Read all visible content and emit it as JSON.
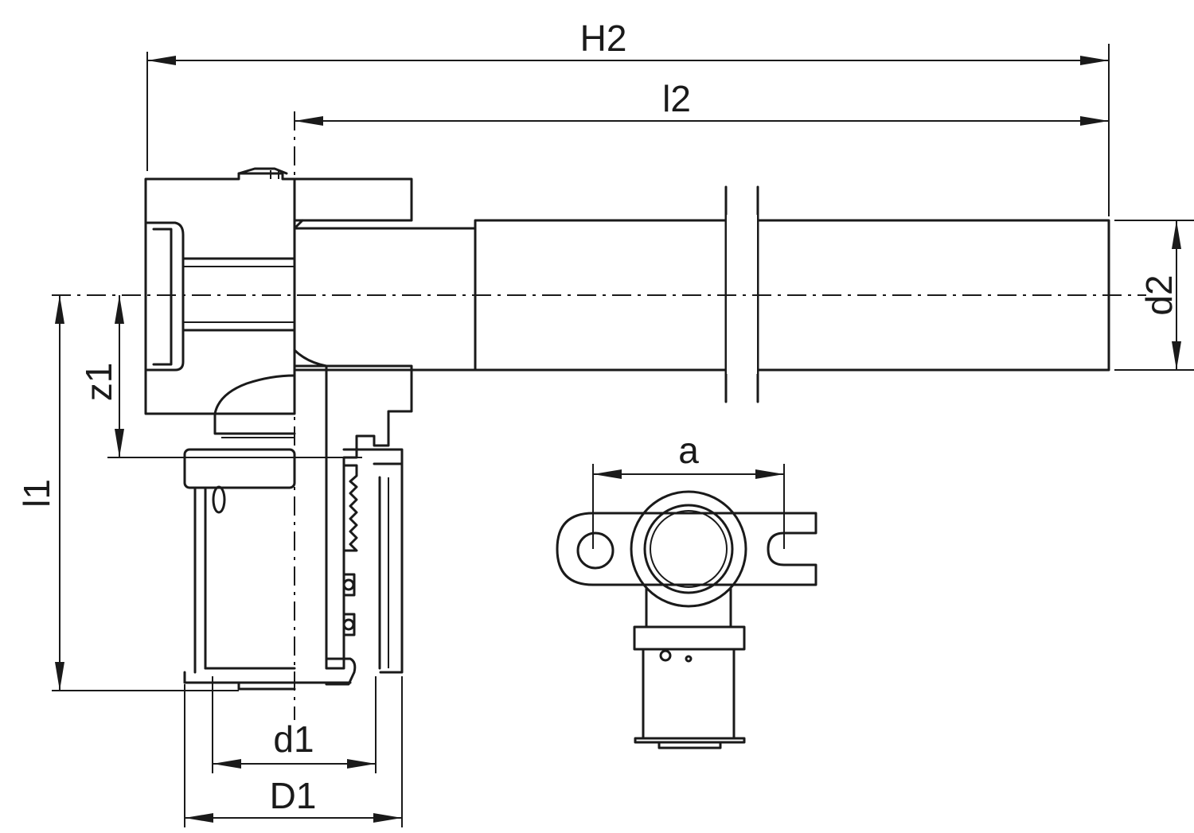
{
  "labels": {
    "H2": "H2",
    "l2": "l2",
    "d2": "d2",
    "z1": "z1",
    "l1": "l1",
    "d1": "d1",
    "D1": "D1",
    "a": "a"
  },
  "colors": {
    "line": "#1a1a1a",
    "background": "#ffffff"
  }
}
